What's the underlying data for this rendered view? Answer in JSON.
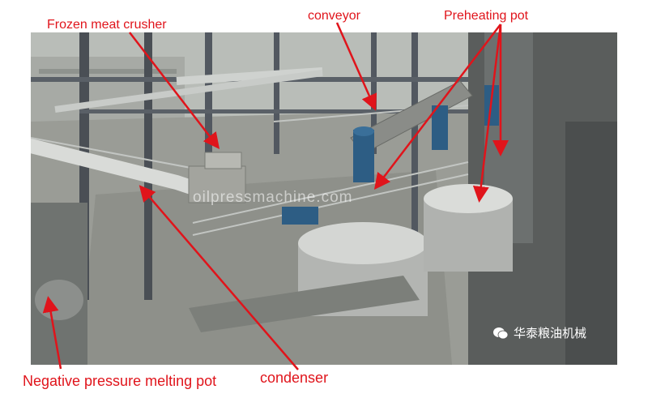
{
  "labels": {
    "frozen_meat_crusher": "Frozen meat crusher",
    "conveyor": "conveyor",
    "preheating_pot": "Preheating pot",
    "negative_pressure_melting_pot": "Negative pressure melting pot",
    "condenser": "condenser"
  },
  "watermark": "oilpressmachine.com",
  "wechat_account": "华泰粮油机械",
  "colors": {
    "label_red": "#e0141b"
  }
}
